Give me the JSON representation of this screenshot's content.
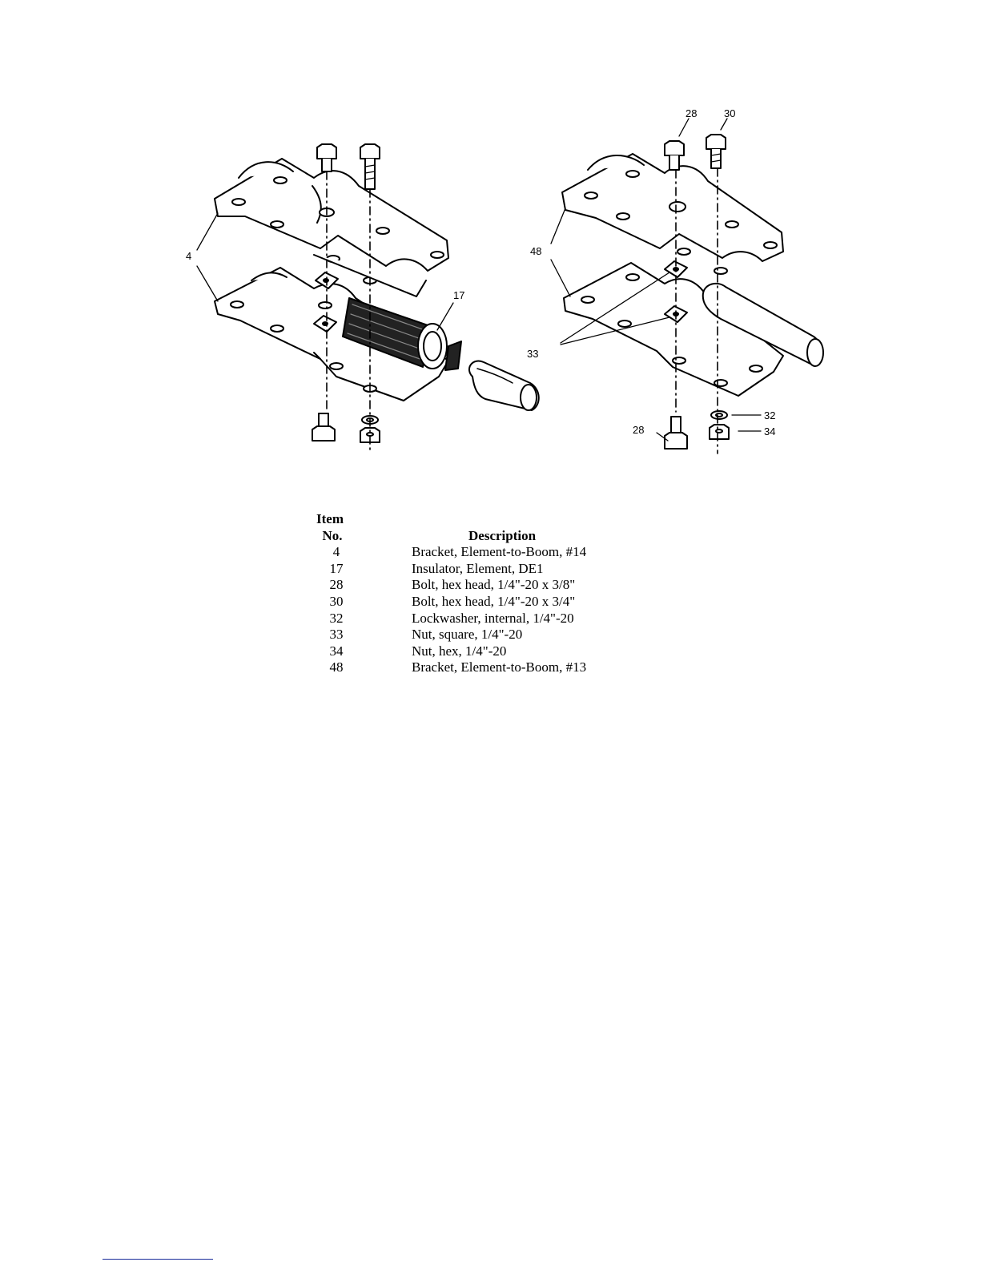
{
  "callouts": {
    "left_bracket": "4",
    "left_insulator": "17",
    "right_bolt_top_short": "28",
    "right_bolt_top_long": "30",
    "right_bracket": "48",
    "right_square_nut": "33",
    "right_lockwasher": "32",
    "right_hex_nut": "34",
    "right_bolt_bottom": "28"
  },
  "parts_table": {
    "header_item": "Item",
    "header_no": "No.",
    "header_description": "Description",
    "rows": [
      {
        "no": "4",
        "description": "Bracket, Element-to-Boom, #14"
      },
      {
        "no": "17",
        "description": "Insulator, Element, DE1"
      },
      {
        "no": "28",
        "description": "Bolt, hex head, 1/4\"-20 x 3/8\""
      },
      {
        "no": "30",
        "description": "Bolt, hex head, 1/4\"-20 x 3/4\""
      },
      {
        "no": "32",
        "description": "Lockwasher, internal, 1/4\"-20"
      },
      {
        "no": "33",
        "description": "Nut, square, 1/4\"-20"
      },
      {
        "no": "34",
        "description": "Nut, hex, 1/4\"-20"
      },
      {
        "no": "48",
        "description": "Bracket, Element-to-Boom, #13"
      }
    ]
  }
}
